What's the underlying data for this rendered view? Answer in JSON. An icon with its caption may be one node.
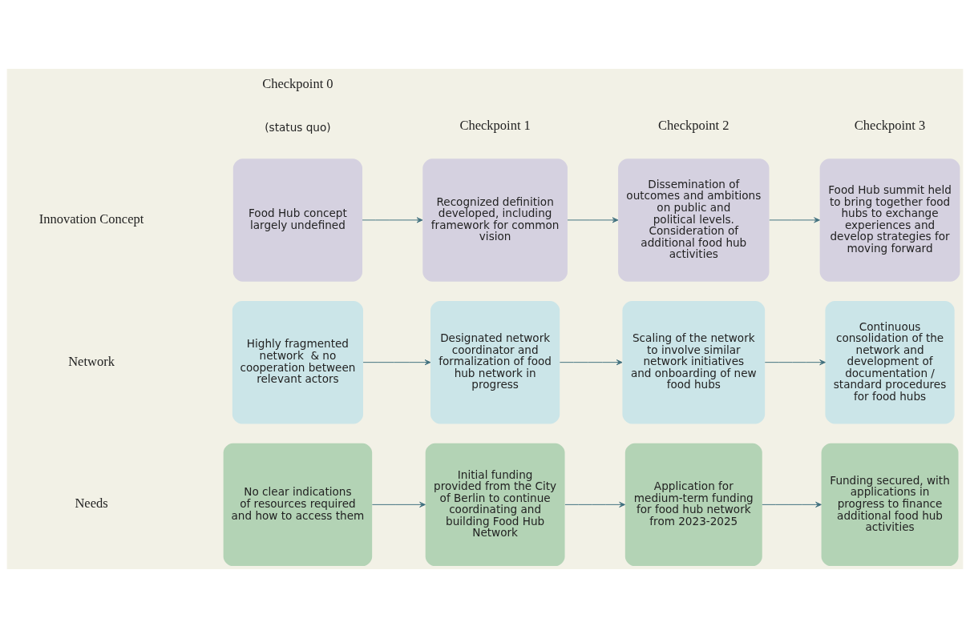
{
  "diagram": {
    "nodes": [
      {
        "text": [
          "Food Hub concept largely undefined"
        ]
      },
      {
        "text": [
          "Recognized definition developed, including framework for common vision"
        ]
      },
      {
        "text": [
          "Dissemination of outcomes and ambitions on public and political levels. Consideration of additional food hub activities"
        ]
      },
      {
        "text": [
          "Food Hub summit held to bring together food hubs to exchange experiences and develop strategies for moving forward"
        ]
      },
      {
        "text": [
          "Highly fragmented network  & no cooperation between relevant actors"
        ]
      },
      {
        "text": [
          "Designated network coordinator and formalization of food hub network in progress"
        ]
      },
      {
        "text": [
          "Scaling of the network to involve similar network initiatives and onboarding of new food hubs"
        ]
      },
      {
        "text": [
          "Continuous consolidation of the network and development of documentation / standard procedures for food hubs"
        ]
      },
      {
        "text": [
          "No clear indications of resources required and how to access them"
        ]
      },
      {
        "text": [
          "Initial funding provided from the City of Berlin to continue coordinating and building Food Hub Network"
        ]
      },
      {
        "text": [
          "Application for medium-term funding for food hub network from 2023-2025"
        ]
      },
      {
        "text": [
          "Funding secured, with applications in progress to finance additional food hub activities"
        ]
      }
    ],
    "edges": [
      {
        "from": 0,
        "to": 1,
        "arrow": "to"
      },
      {
        "from": 1,
        "to": 2,
        "arrow": "to"
      },
      {
        "from": 2,
        "to": 3,
        "arrow": "to"
      },
      {
        "from": 4,
        "to": 5,
        "arrow": "to"
      },
      {
        "from": 5,
        "to": 6,
        "arrow": "to"
      },
      {
        "from": 6,
        "to": 7,
        "arrow": "to"
      },
      {
        "from": 8,
        "to": 9,
        "arrow": "to"
      },
      {
        "from": 9,
        "to": 10,
        "arrow": "to"
      },
      {
        "from": 10,
        "to": 11,
        "arrow": "to"
      }
    ],
    "labels": [
      "Checkpoint 0",
      "(status quo)",
      "Checkpoint 1",
      "Checkpoint 2",
      "Checkpoint 3",
      "Innovation Concept",
      "Network",
      "Needs"
    ]
  }
}
